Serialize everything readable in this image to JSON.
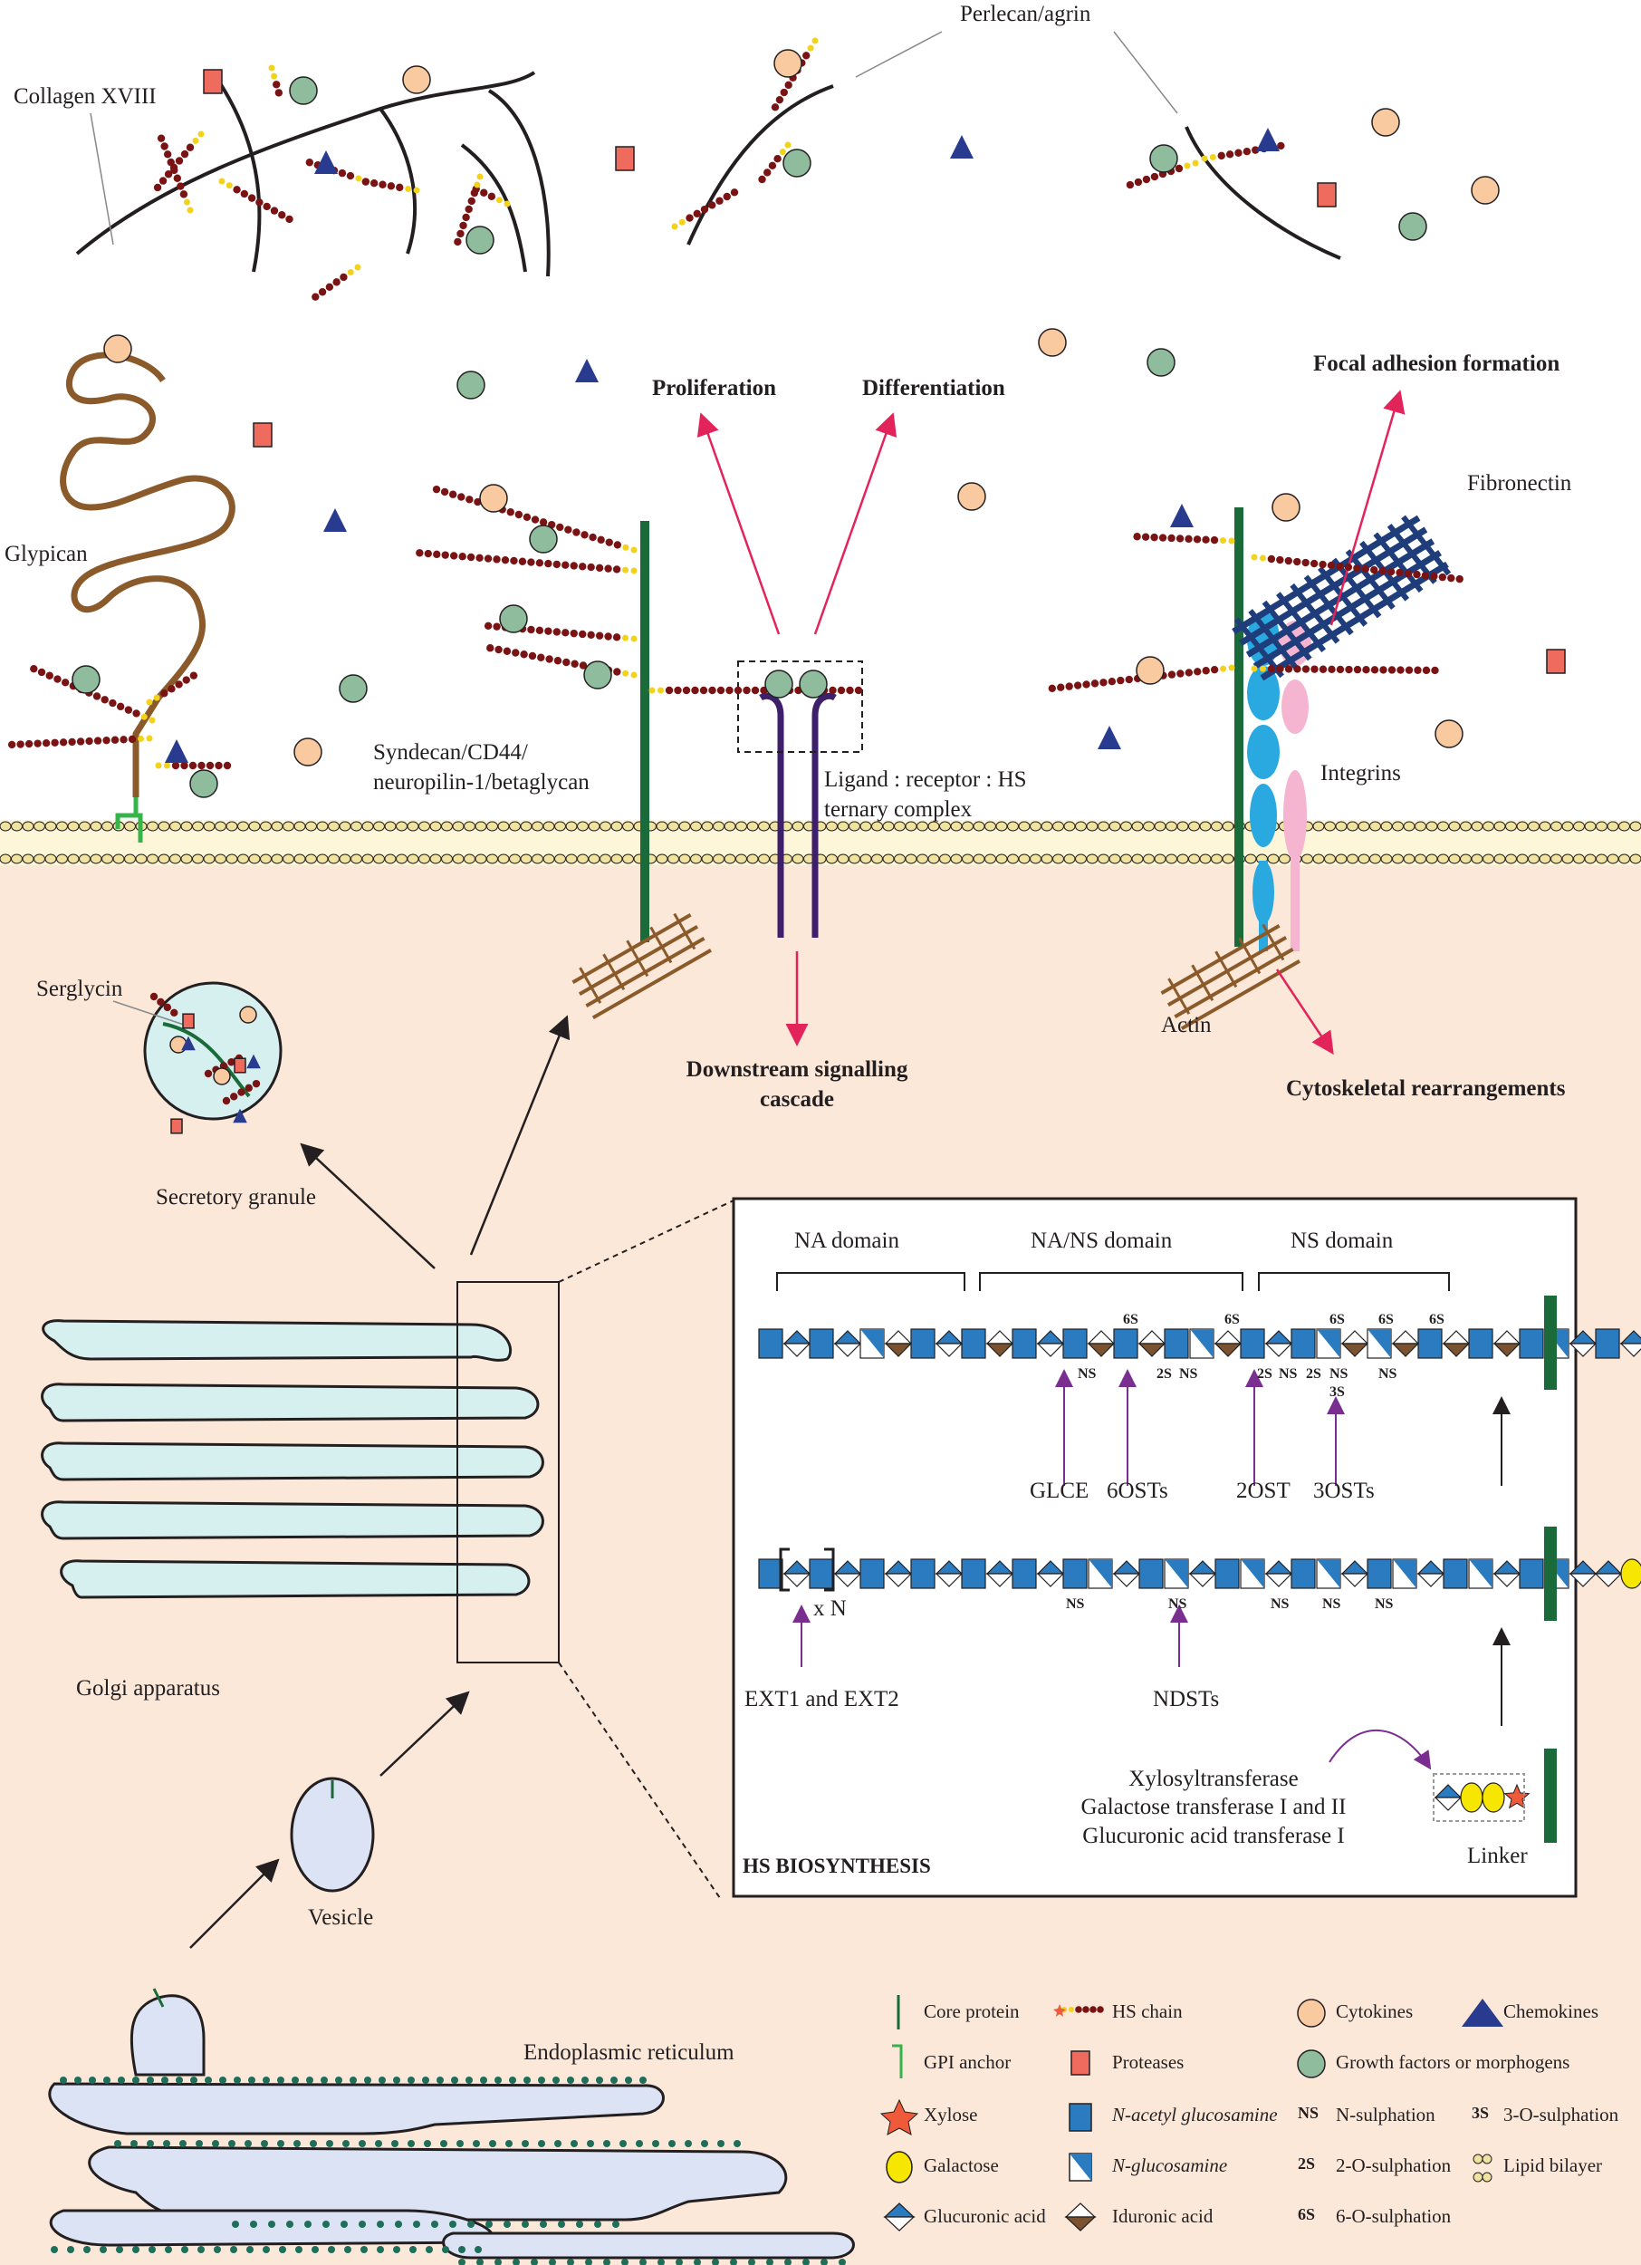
{
  "extracellular": {
    "collagen": "Collagen XVIII",
    "perlecan": "Perlecan/agrin",
    "glypican": "Glypican",
    "syndecan": "Syndecan/CD44/\nneuropilin-1/betaglycan",
    "ternary": "Ligand : receptor : HS\nternary complex",
    "proliferation": "Proliferation",
    "differentiation": "Differentiation",
    "focal": "Focal adhesion formation",
    "fibronectin": "Fibronectin",
    "integrins": "Integrins"
  },
  "intracellular": {
    "serglycin": "Serglycin",
    "secretory": "Secretory granule",
    "downstream": "Downstream signalling\ncascade",
    "actin": "Actin",
    "cytoskeletal": "Cytoskeletal rearrangements",
    "golgi": "Golgi apparatus",
    "vesicle": "Vesicle",
    "er": "Endoplasmic reticulum"
  },
  "biosynthesis": {
    "title": "HS BIOSYNTHESIS",
    "na_domain": "NA domain",
    "nans_domain": "NA/NS domain",
    "ns_domain": "NS domain",
    "glce": "GLCE",
    "ost6": "6OSTs",
    "ost2": "2OST",
    "ost3": "3OSTs",
    "ext": "EXT1 and EXT2",
    "ndst": "NDSTs",
    "xn": "x N",
    "enzymes": "Xylosyltransferase\nGalactose transferase I and II\nGlucuronic acid transferase I",
    "linker": "Linker",
    "mod_ns": "NS",
    "mod_2s": "2S",
    "mod_3s": "3S",
    "mod_6s": "6S"
  },
  "legend": {
    "core_protein": "Core protein",
    "hs_chain": "HS chain",
    "cytokines": "Cytokines",
    "chemokines": "Chemokines",
    "gpi": "GPI anchor",
    "proteases": "Proteases",
    "growth": "Growth factors or morphogens",
    "xylose": "Xylose",
    "nag": "N-acetyl glucosamine",
    "ns": "N-sulphation",
    "s3": "3-O-sulphation",
    "galactose": "Galactose",
    "ng": "N-glucosamine",
    "s2": "2-O-sulphation",
    "lipid": "Lipid bilayer",
    "glucuronic": "Glucuronic acid",
    "iduronic": "Iduronic acid",
    "s6": "6-O-sulphation",
    "code_ns": "NS",
    "code_3s": "3S",
    "code_2s": "2S",
    "code_6s": "6S"
  },
  "colors": {
    "membrane_fill": "#fbe8d9",
    "cytokine": "#f9c9a0",
    "growth": "#8ebc9d",
    "protease": "#ef6b5e",
    "chemokine": "#293b8f",
    "nag": "#2a7bc0",
    "core": "#1a6a3a",
    "hs": "#7a1414",
    "arrow_red": "#e3245a",
    "arrow_purple": "#7a2e8f",
    "organelle": "#d6efef"
  }
}
